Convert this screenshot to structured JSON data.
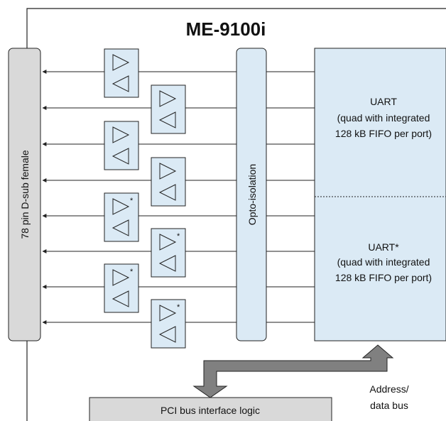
{
  "title": "ME-9100i",
  "connector_label": "78 pin D-sub female",
  "opto_label": "Opto-isolation",
  "uart_top": {
    "line1": "UART",
    "line2": "(quad with integrated",
    "line3": "128 kB FIFO per port)"
  },
  "uart_bottom": {
    "line1": "UART*",
    "line2": "(quad with integrated",
    "line3": "128 kB FIFO per port)"
  },
  "pci_label": "PCI bus interface logic",
  "bus_label": {
    "line1": "Address/",
    "line2": "data bus"
  },
  "asterisk": "*",
  "drivers": [
    {
      "marked": false
    },
    {
      "marked": false
    },
    {
      "marked": false
    },
    {
      "marked": false
    },
    {
      "marked": true
    },
    {
      "marked": true
    },
    {
      "marked": true
    },
    {
      "marked": true
    }
  ],
  "colors": {
    "block_fill": "#dbeaf5",
    "connector_fill": "#d9d9d9",
    "pci_fill": "#d9d9d9",
    "bus_arrow_fill": "#808080",
    "line": "#222222"
  }
}
